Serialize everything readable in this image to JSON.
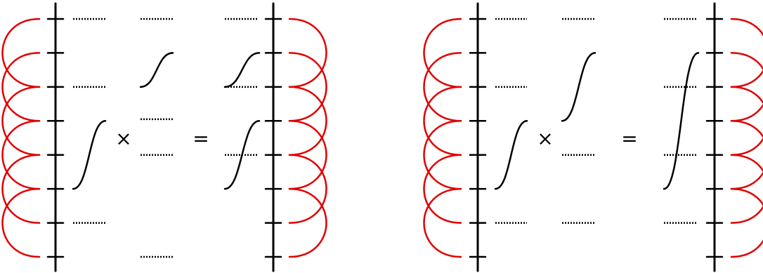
{
  "colors": {
    "wire": "#000000",
    "arc": "#e00000",
    "background": "#ffffff"
  },
  "operators": {
    "times": "×",
    "equals": "="
  },
  "panels": [
    {
      "id": "left",
      "factor_1": {
        "arcs_left": [
          [
            1,
            3
          ],
          [
            2,
            4
          ],
          [
            3,
            5
          ],
          [
            4,
            6
          ],
          [
            5,
            7
          ],
          [
            6,
            8
          ]
        ],
        "dotted_right": [
          1,
          3,
          7
        ],
        "curves": [
          [
            4,
            6
          ]
        ]
      },
      "factor_2": {
        "dotted": [
          1,
          3.95,
          5,
          8
        ],
        "curves": [
          [
            2,
            3
          ]
        ]
      },
      "result": {
        "dotted_left": [
          1,
          3,
          5
        ],
        "curves": [
          [
            2,
            3
          ],
          [
            4,
            6
          ]
        ],
        "arcs_right": [
          [
            1,
            3
          ],
          [
            2,
            4
          ],
          [
            3,
            5
          ],
          [
            4,
            6
          ],
          [
            5,
            7
          ],
          [
            6,
            8
          ]
        ]
      }
    },
    {
      "id": "right",
      "factor_1": {
        "arcs_left": [
          [
            1,
            3
          ],
          [
            2,
            4
          ],
          [
            3,
            5
          ],
          [
            4,
            6
          ],
          [
            5,
            7
          ],
          [
            6,
            8
          ]
        ],
        "dotted_right": [
          1,
          3,
          7
        ],
        "curves": [
          [
            4,
            6
          ]
        ]
      },
      "factor_2": {
        "dotted": [
          1,
          5,
          7
        ],
        "curves": [
          [
            2,
            4
          ]
        ]
      },
      "result": {
        "dotted_left": [
          1,
          3,
          5,
          7
        ],
        "curves": [
          [
            2,
            6
          ]
        ],
        "arcs_right": [
          [
            1,
            3
          ],
          [
            2,
            4
          ],
          [
            3,
            5
          ],
          [
            4,
            6
          ],
          [
            5,
            7
          ],
          [
            6,
            8
          ]
        ]
      }
    }
  ]
}
